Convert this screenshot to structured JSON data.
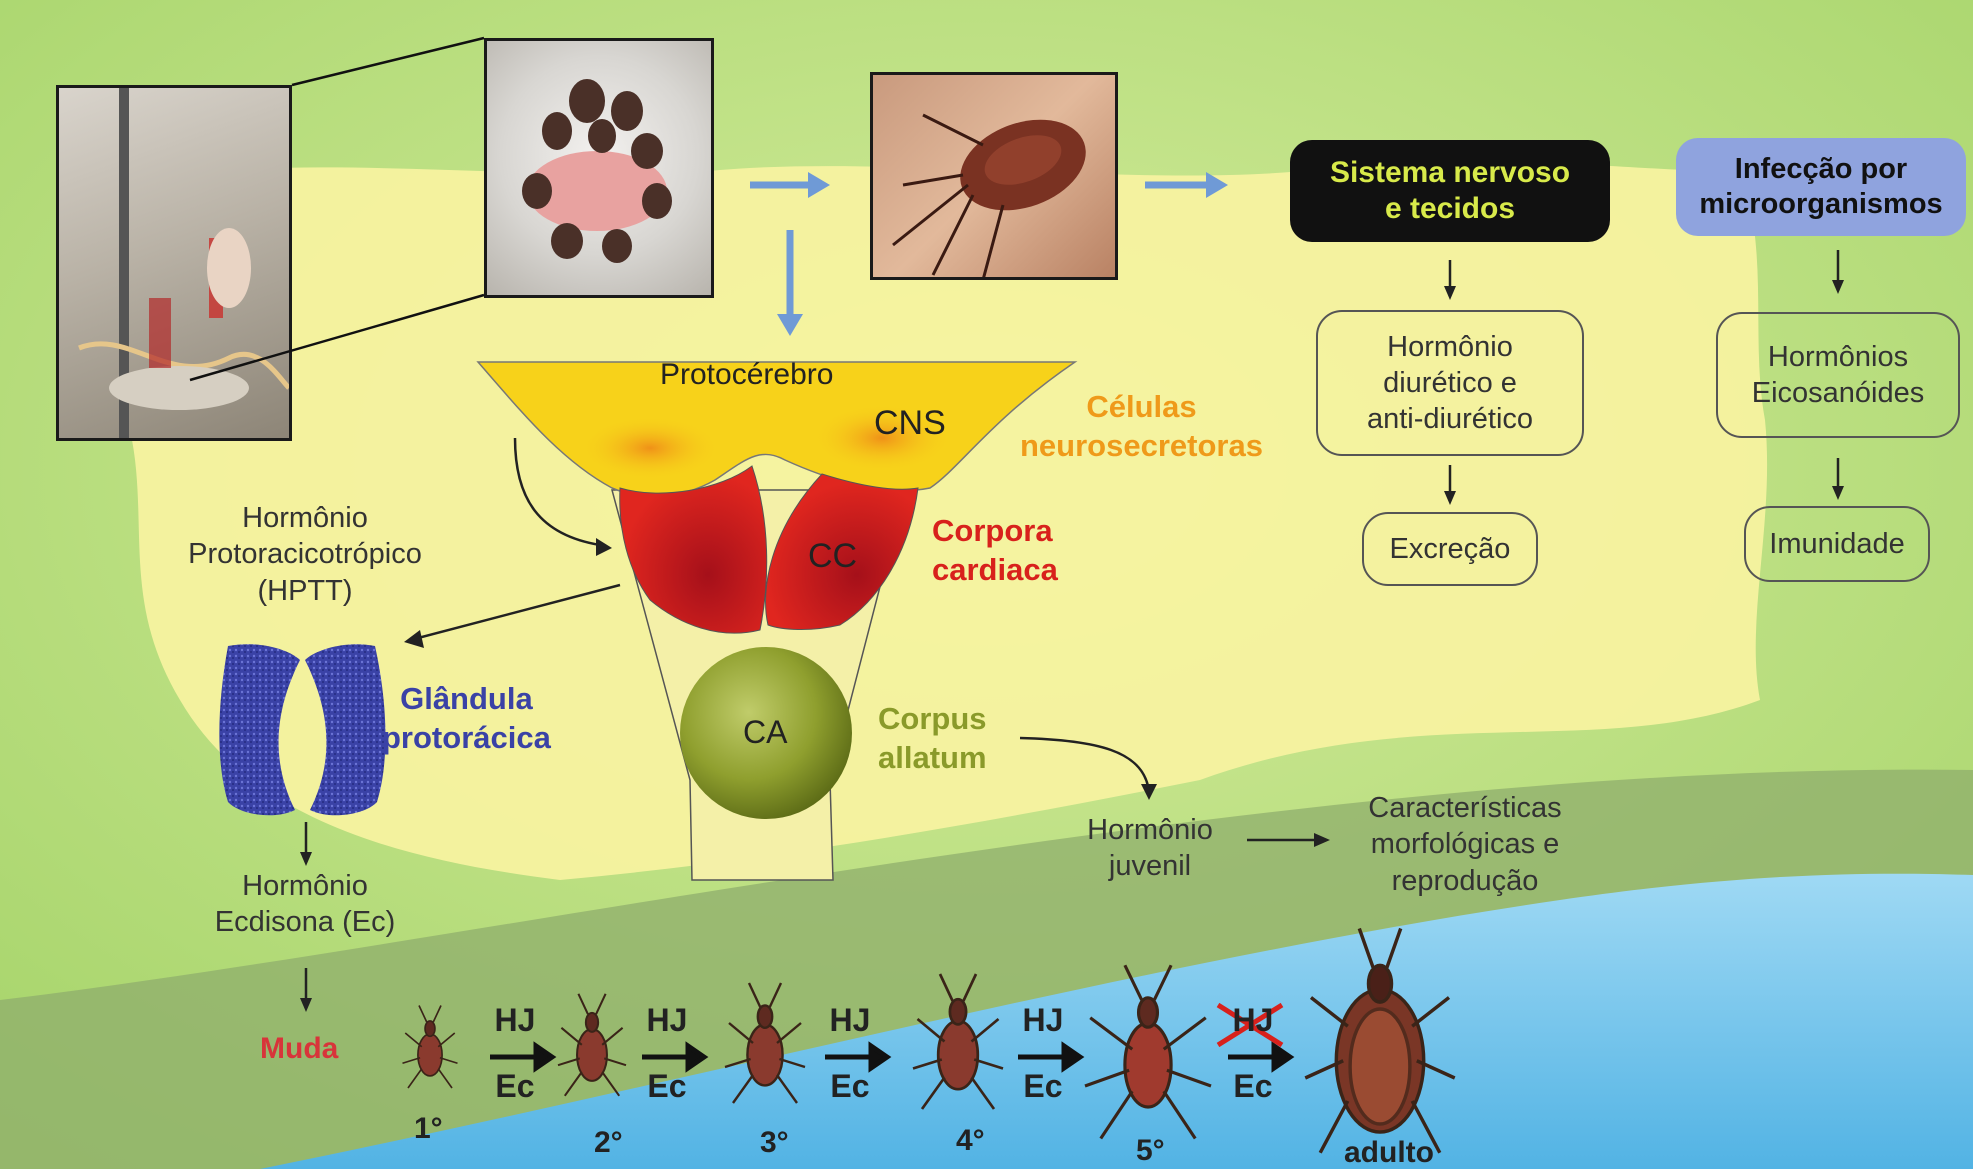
{
  "photos": {
    "lab": "lab-apparatus-photo",
    "insects_dish": "insects-in-dish-photo",
    "insect_hand": "engorged-insect-photo"
  },
  "brain": {
    "protocerebro": "Protocérebro",
    "cns": "CNS",
    "celulas": [
      "Células",
      "neurosecretoras"
    ],
    "cc": "CC",
    "corpora": [
      "Corpora",
      "cardiaca"
    ],
    "ca": "CA",
    "corpus": [
      "Corpus",
      "allatum"
    ]
  },
  "left": {
    "hptt": [
      "Hormônio",
      "Protoracicotrópico",
      "(HPTT)"
    ],
    "glandula": [
      "Glândula",
      "protorácica"
    ],
    "ecdisona": [
      "Hormônio",
      "Ecdisona (Ec)"
    ],
    "muda": "Muda"
  },
  "juvenil": {
    "hormonio": [
      "Hormônio",
      "juvenil"
    ],
    "caracteristicas": [
      "Características",
      "morfológicas e",
      "reprodução"
    ]
  },
  "sistema": {
    "title": [
      "Sistema nervoso",
      "e tecidos"
    ],
    "diuretico": [
      "Hormônio",
      "diurético e",
      "anti-diurético"
    ],
    "excrecao": "Excreção"
  },
  "infeccao": {
    "title": [
      "Infecção por",
      "microorganismos"
    ],
    "hormonios": [
      "Hormônios",
      "Eicosanóides"
    ],
    "imunidade": "Imunidade"
  },
  "molt": {
    "hj": "HJ",
    "ec": "Ec",
    "stages": [
      "1°",
      "2°",
      "3°",
      "4°",
      "5°",
      "adulto"
    ]
  },
  "colors": {
    "green_light": "#b8dd7a",
    "yellow_pale": "#f7f3a0",
    "brain_yellow": "#f7d21a",
    "cc_red": "#d8211c",
    "ca_green": "#8a9a2a",
    "gland_blue": "#3a42a6",
    "muda_red": "#d8343a",
    "water_blue": "#6cc2ea",
    "infeccao_box": "#8fa3de"
  }
}
